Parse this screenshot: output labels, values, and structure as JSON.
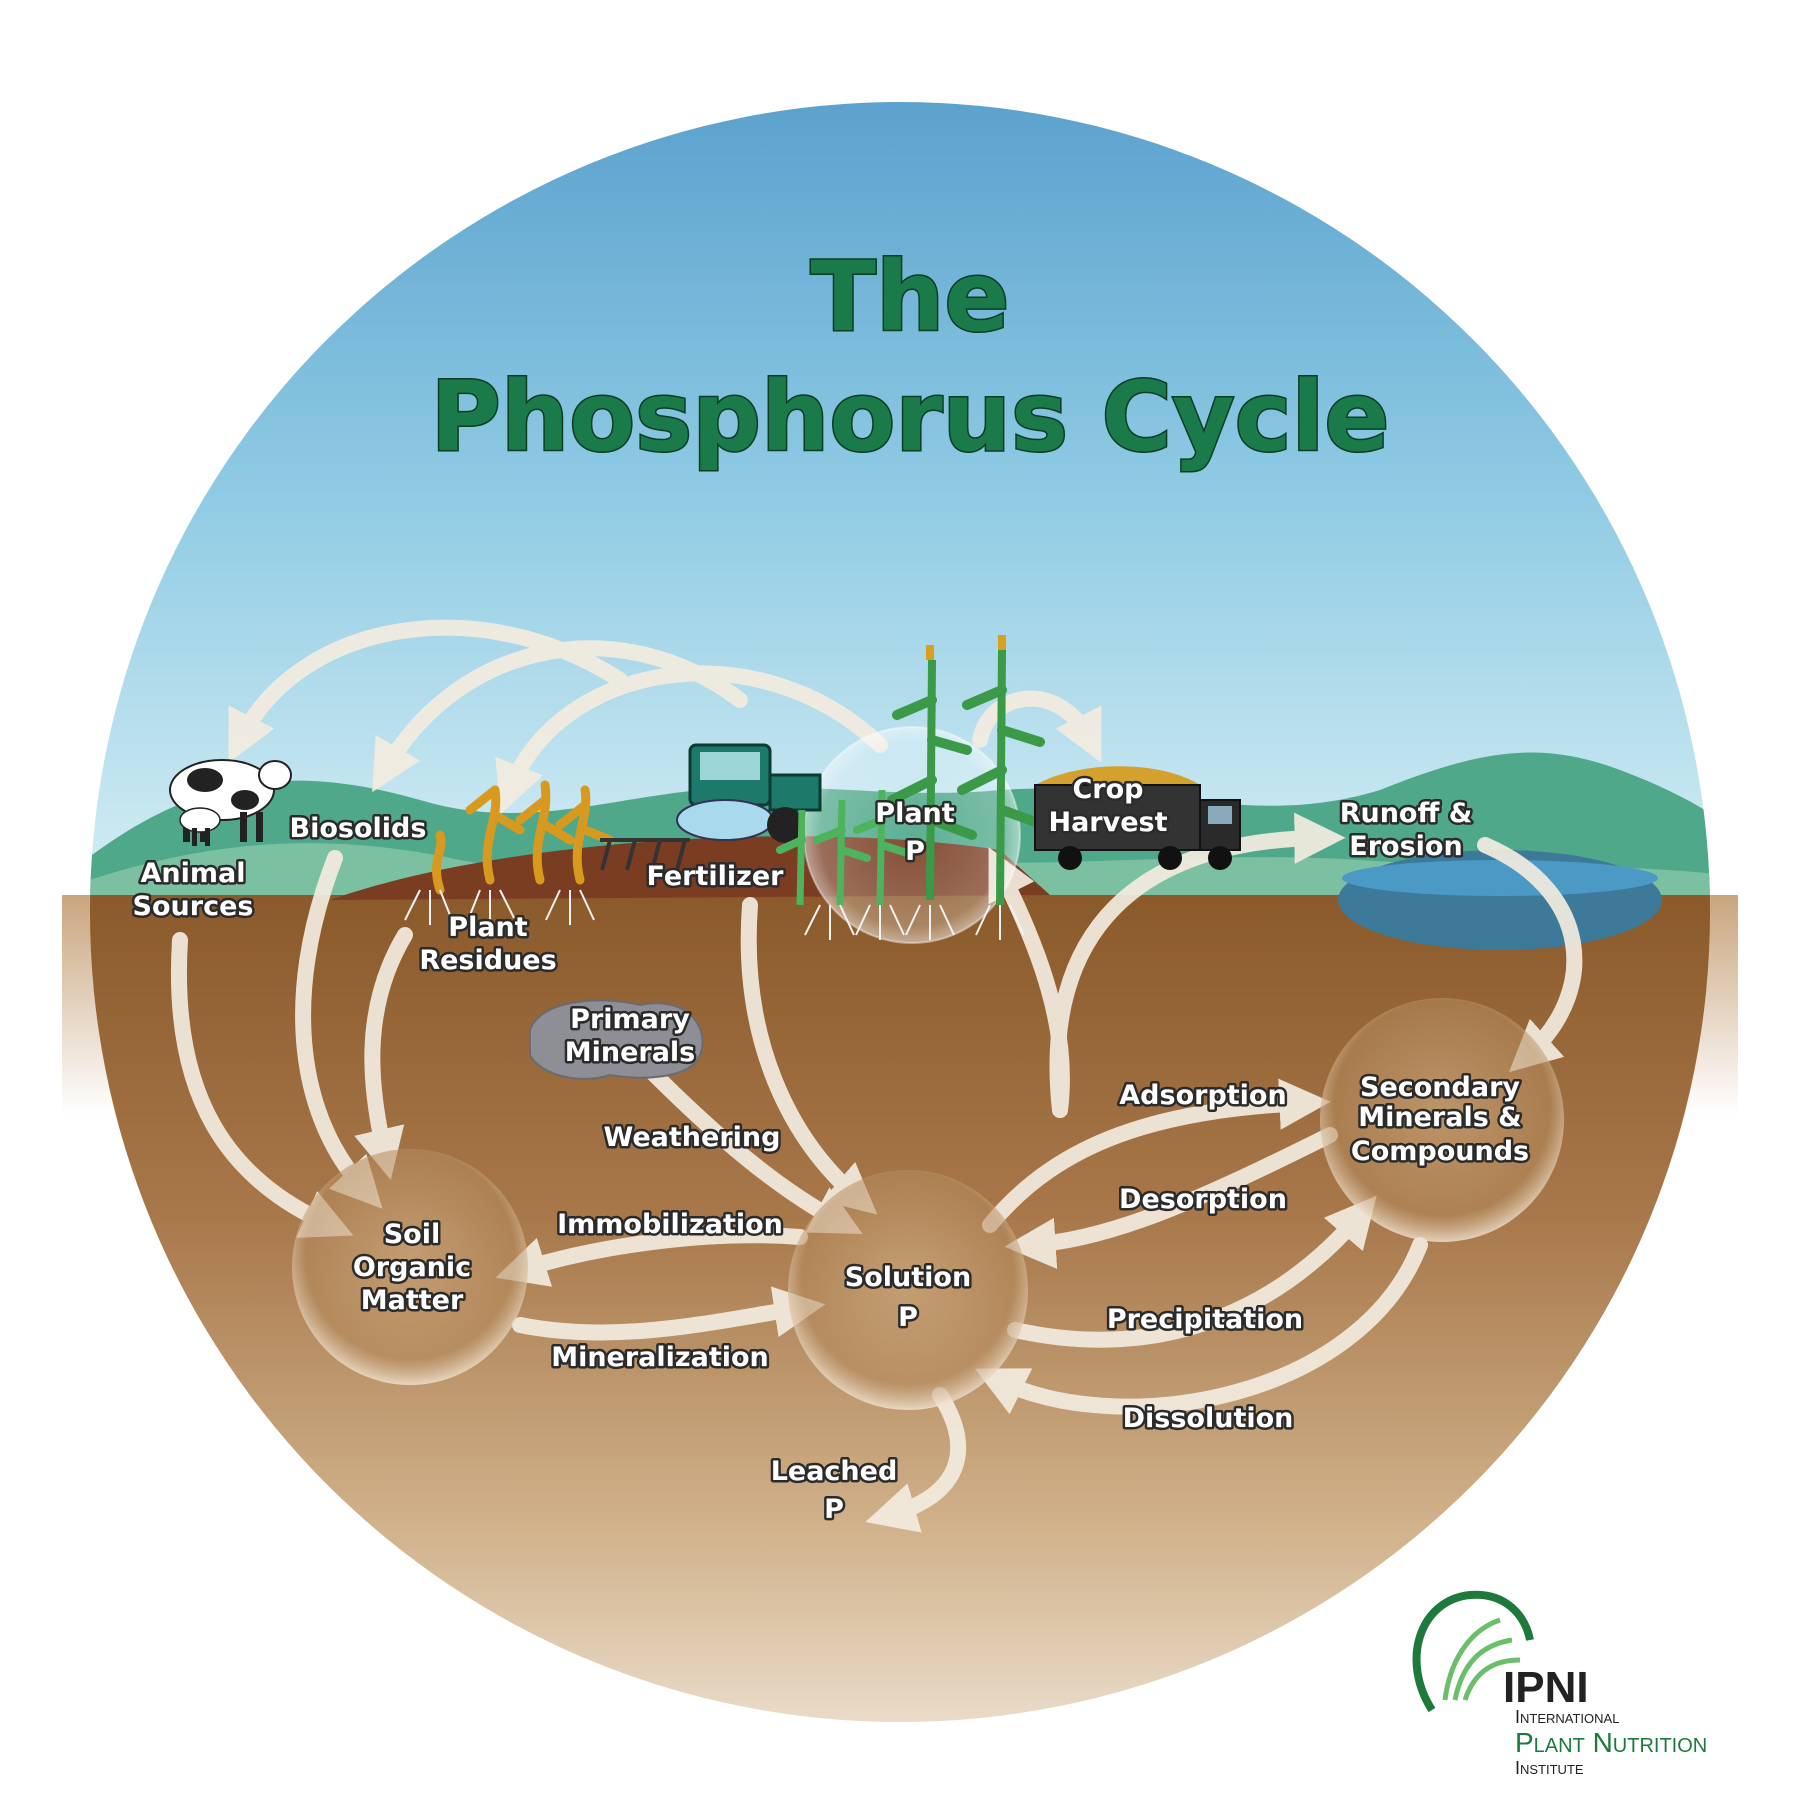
{
  "title": {
    "line1": "The",
    "line2": "Phosphorus Cycle"
  },
  "surface_labels": {
    "animal_sources": [
      "Animal",
      "Sources"
    ],
    "biosolids": [
      "Biosolids"
    ],
    "plant_residues": [
      "Plant",
      "Residues"
    ],
    "fertilizer": [
      "Fertilizer"
    ],
    "plant_p": [
      "Plant",
      "P"
    ],
    "crop_harvest": [
      "Crop",
      "Harvest"
    ],
    "runoff_erosion": [
      "Runoff &",
      "Erosion"
    ]
  },
  "soil_labels": {
    "primary_minerals": [
      "Primary",
      "Minerals"
    ],
    "soil_organic_matter": [
      "Soil",
      "Organic",
      "Matter"
    ],
    "solution_p": [
      "Solution",
      "P"
    ],
    "secondary_minerals": [
      "Secondary",
      "Minerals &",
      "Compounds"
    ],
    "leached_p": [
      "Leached",
      "P"
    ]
  },
  "process_labels": {
    "weathering": "Weathering",
    "immobilization": "Immobilization",
    "mineralization": "Mineralization",
    "adsorption": "Adsorption",
    "desorption": "Desorption",
    "precipitation": "Precipitation",
    "dissolution": "Dissolution"
  },
  "logo": {
    "abbr": "IPNI",
    "line1": "International",
    "line2": "Plant Nutrition",
    "line3": "Institute"
  },
  "colors": {
    "sky_top": "#4e97c8",
    "sky_bottom": "#c9e8f2",
    "hills": "#4fa88a",
    "soil_top": "#8b5a2b",
    "soil_bottom": "#efe6d8",
    "title_green": "#1a7a4a",
    "arrow": "#f3ece0",
    "pond": "#3d7a99"
  }
}
